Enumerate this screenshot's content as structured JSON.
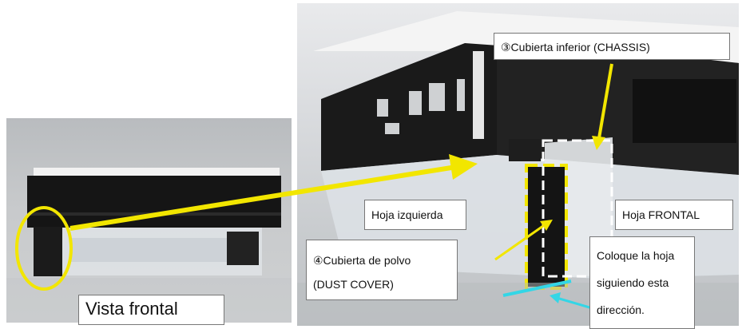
{
  "labels": {
    "front_view": "Vista frontal",
    "chassis": "③Cubierta inferior (CHASSIS)",
    "left_sheet": "Hoja izquierda",
    "front_sheet": "Hoja FRONTAL",
    "dust_cover_line1": "④Cubierta de polvo",
    "dust_cover_line2": "(DUST COVER)",
    "instruction_line1": "Coloque la hoja",
    "instruction_line2": "siguiendo esta",
    "instruction_line3": "dirección."
  },
  "colors": {
    "highlight": "#f2e600",
    "direction_arrow": "#33d6e6",
    "dashed_outline": "#ffffff"
  }
}
